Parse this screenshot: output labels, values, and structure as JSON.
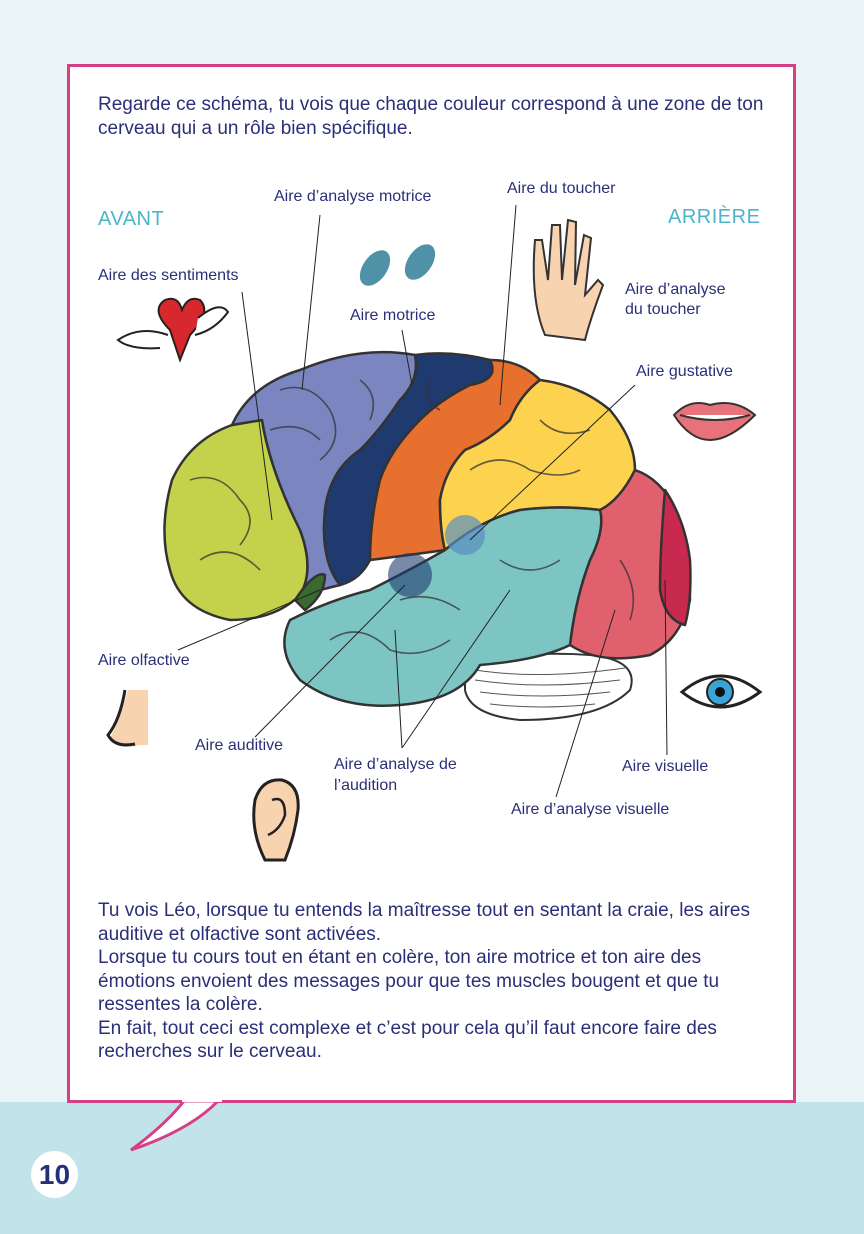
{
  "intro_text": "Regarde ce schéma, tu vois que chaque couleur correspond à une zone de ton cerveau qui a un rôle bien spécifique.",
  "diagram": {
    "front_label": "AVANT",
    "back_label": "ARRIÈRE",
    "labels": {
      "motor_analysis": "Aire d’analyse motrice",
      "touch": "Aire du toucher",
      "feelings": "Aire des sentiments",
      "motor": "Aire motrice",
      "touch_analysis_1": "Aire d’analyse",
      "touch_analysis_2": "du toucher",
      "taste": "Aire gustative",
      "smell": "Aire olfactive",
      "hearing": "Aire auditive",
      "hearing_analysis_1": "Aire d’analyse de",
      "hearing_analysis_2": "l’audition",
      "visual": "Aire visuelle",
      "visual_analysis": "Aire d’analyse visuelle"
    },
    "colors": {
      "motor_analysis": "#7b86c0",
      "motor": "#1f3a6e",
      "touch": "#e8702f",
      "touch_analysis": "#fcd24f",
      "feelings": "#c3d24a",
      "hearing": "#7cc5c3",
      "visual_analysis": "#e0606e",
      "visual": "#c8294f",
      "smell": "#3a6b2e"
    }
  },
  "outro": [
    "Tu vois Léo, lorsque tu entends la maîtresse tout en sentant la craie, les aires auditive et olfactive sont activées.",
    "Lorsque tu cours tout en étant en colère, ton aire motrice et ton aire des émotions envoient des messages pour que tes muscles bougent et que tu ressentes la colère.",
    "En fait, tout ceci est complexe et c’est pour cela qu’il faut encore faire des recherches sur le cerveau."
  ],
  "page_number": "10",
  "accent_color": "#d63f86"
}
